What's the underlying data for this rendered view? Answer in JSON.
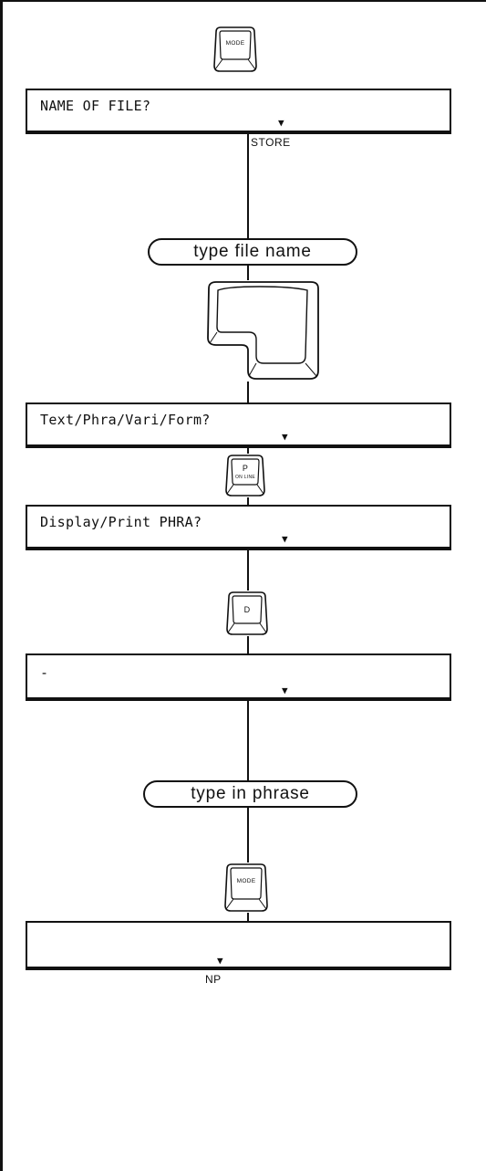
{
  "steps": {
    "key_mode_1": {
      "label": "MODE"
    },
    "display_1": {
      "text": "NAME OF FILE?",
      "cursor": "▼",
      "below_label": "STORE"
    },
    "action_1": {
      "text": "type file name"
    },
    "return_key": {
      "icon": "return-key-icon"
    },
    "display_2": {
      "text": "Text/Phra/Vari/Form?",
      "cursor": "▼"
    },
    "key_p": {
      "label": "P",
      "sublabel": "ON LINE"
    },
    "display_3": {
      "text": "Display/Print PHRA?",
      "cursor": "▼"
    },
    "key_d": {
      "label": "D"
    },
    "display_4": {
      "text": "-",
      "cursor": "▼"
    },
    "action_2": {
      "text": "type in phrase"
    },
    "key_mode_2": {
      "label": "MODE"
    },
    "display_5": {
      "text": "",
      "cursor": "▼",
      "below_label": "NP"
    }
  },
  "colors": {
    "ink": "#111111",
    "paper": "#ffffff"
  }
}
